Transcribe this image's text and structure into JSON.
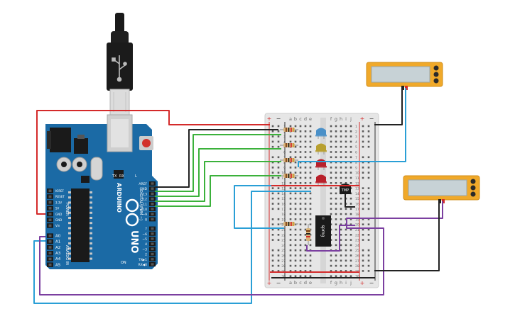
{
  "board": {
    "name": "UNO",
    "brand": "ARDUINO",
    "label_tx": "TX",
    "label_rx": "RX",
    "label_l": "L",
    "label_on": "ON",
    "label_power": "POWER",
    "label_analog_in": "ANALOG IN",
    "label_digital": "DIGITAL (PWM ~)",
    "power_pins": [
      "IOREF",
      "RESET",
      "3.3V",
      "5V",
      "GND",
      "GND",
      "Vin"
    ],
    "analog_pins": [
      "A0",
      "A1",
      "A2",
      "A3",
      "A4",
      "A5"
    ],
    "top_header_pins": [
      "AREF",
      "GND",
      "13",
      "12",
      "~11",
      "~10",
      "~9",
      "8"
    ],
    "bottom_header_pins": [
      "7",
      "~6",
      "~5",
      "4",
      "~3",
      "2",
      "TX▶1",
      "RX◀0"
    ]
  },
  "breadboard": {
    "column_letters_left": [
      "a",
      "b",
      "c",
      "d",
      "e"
    ],
    "column_letters_right": [
      "f",
      "g",
      "h",
      "i",
      "j"
    ],
    "rail_plus": "+",
    "rail_minus": "−",
    "row_count": 30
  },
  "components": {
    "chip_label": "sprng",
    "sensor_label": "TMP",
    "led_colors": [
      "#4a90c8",
      "#b8a030",
      "#b8202a",
      "#b8202a"
    ]
  },
  "colors": {
    "board_blue": "#1b6aa5",
    "wire_red": "#d42a2a",
    "wire_black": "#222222",
    "wire_green": "#3bb13b",
    "wire_blue": "#2a9fd6",
    "wire_purple": "#7b3fa0",
    "meter_orange": "#f0a92a"
  }
}
